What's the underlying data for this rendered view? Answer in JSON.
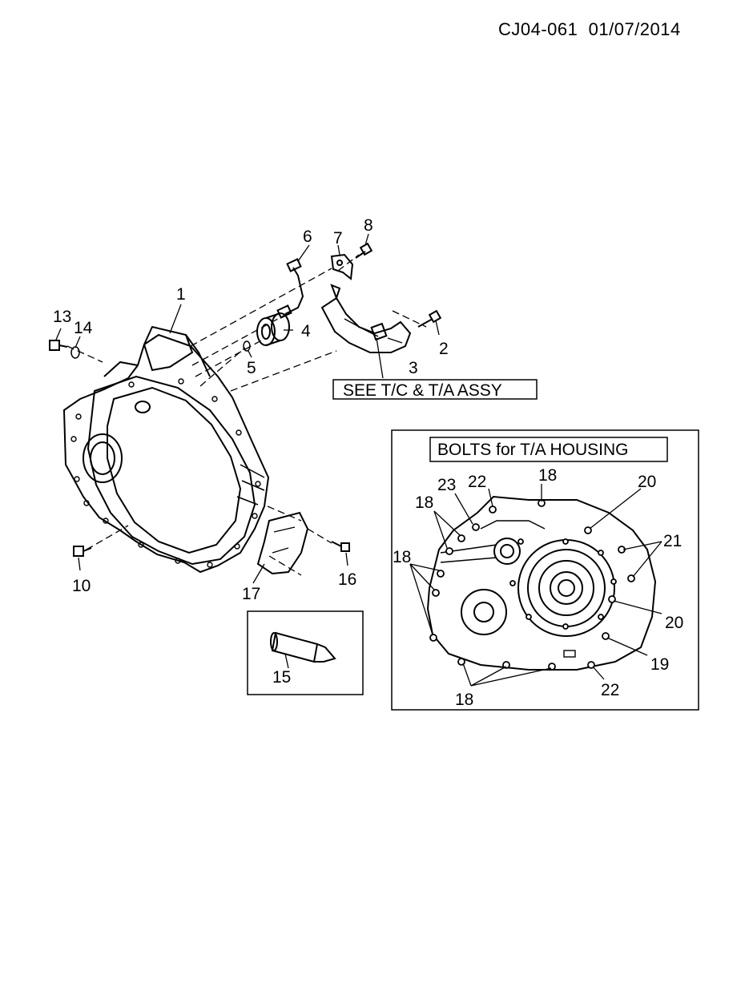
{
  "header": {
    "code": "CJ04-061",
    "date": "01/07/2014"
  },
  "see_label": "SEE T/C & T/A  ASSY",
  "inset": {
    "title": "BOLTS for T/A HOUSING"
  },
  "callouts_main": [
    "1",
    "2",
    "3",
    "4",
    "5",
    "6",
    "7",
    "8",
    "10",
    "13",
    "14",
    "16",
    "17"
  ],
  "callouts_tool": [
    "15"
  ],
  "callouts_inset": [
    "18",
    "22",
    "23",
    "18",
    "20",
    "21",
    "18",
    "20",
    "19",
    "18",
    "22"
  ]
}
